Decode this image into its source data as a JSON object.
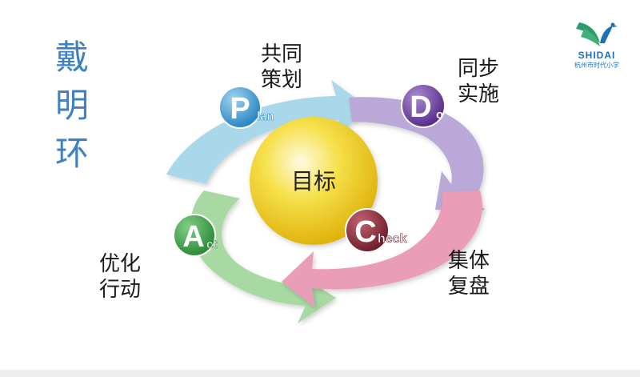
{
  "slide": {
    "title_chars": [
      "戴",
      "明",
      "环"
    ],
    "center": "目标",
    "stages": {
      "plan": {
        "letter": "P",
        "word": "lan",
        "label_lines": [
          "共同",
          "策划"
        ]
      },
      "do": {
        "letter": "D",
        "word": "o",
        "label_lines": [
          "同步",
          "实施"
        ]
      },
      "check": {
        "letter": "C",
        "word": "heck",
        "label_lines": [
          "集体",
          "复盘"
        ]
      },
      "act": {
        "letter": "A",
        "word": "ct",
        "label_lines": [
          "优化",
          "行动"
        ]
      }
    },
    "logo": {
      "en": "SHIDAI",
      "cn": "杭州市时代小学"
    }
  },
  "colors": {
    "title": "#3f7fc4",
    "plan_arrow": "#a9d8ea",
    "plan_circle": "#4aa3d6",
    "do_arrow": "#b7a6d6",
    "do_circle": "#6f3ea0",
    "check_arrow": "#e89bb4",
    "check_circle": "#8a2d3a",
    "act_arrow": "#a5d6a0",
    "act_circle": "#3f9a4a",
    "center": "#f3d21e"
  }
}
